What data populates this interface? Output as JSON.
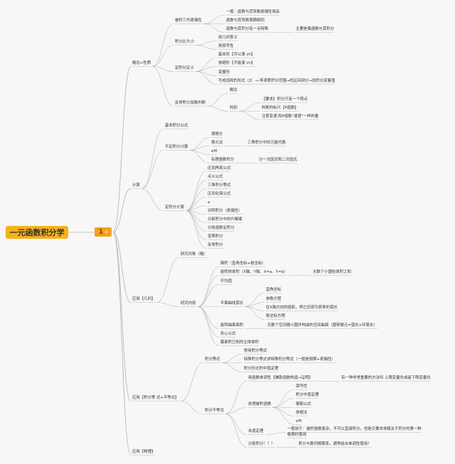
{
  "root": {
    "title": "一元函数积分学",
    "badge_mark": "1",
    "badge_text": "a"
  },
  "colors": {
    "root": "#f6b21a",
    "badge": "#f0a31c",
    "flag": "#d5221a",
    "line": "#b8b8b8",
    "background": "#f7f7f7"
  },
  "icons": {
    "badge": "flag-icon"
  },
  "nodes": {
    "concept": "概念+性质",
    "parity": "被积三代奇偶性",
    "parity_1": "一般：函数与其导数奇偶性相反",
    "parity_2": "函数与其导数周期相同",
    "parity_3": "函数与其积分有一点特殊",
    "parity_3_note": "主要是偶函数与其积分",
    "compare": "积分比大小",
    "compare_1": "用几何意义",
    "compare_2": "用保号性",
    "defn": "定积分定义",
    "defn_1": "基本形【可以凑 i/n】",
    "defn_2": "放缩形【不能凑 i/n】",
    "defn_3": "变量形",
    "defn_4": "写成加和的形式（Σ）→ 弄清楚积分范围→找区间剖分→找积分变量值",
    "improper": "反常积分敛散判断",
    "improper_1": "概念",
    "improper_2": "判别",
    "improper_2a": "【要求】积分只有一个瑕点",
    "improper_2b": "判断的标尺【P函数】",
    "improper_2c": "注意变通,和P函数\"速度\"一样判量",
    "calc": "计算",
    "calc_basic": "基本积分公式",
    "indef": "不定积分计算",
    "indef_1": "凑微分",
    "indef_2": "换元法",
    "indef_2_note": "三角积分中的万能代换",
    "indef_3": "eM",
    "indef_4": "有理函数积分",
    "indef_4_note": "分一次因式和二次因式",
    "def": "定积分计算",
    "def_1": "区间再现公式",
    "def_2": "点火公式",
    "def_3": "三角积分等式",
    "def_4": "区间化简公式",
    "def_5": "a",
    "def_6": "对称积分（奇偶性）",
    "def_7": "分部积分中的升幂顺",
    "def_8": "分段函数定积分",
    "def_9": "变限积分",
    "def_10": "反常积分",
    "geo": "应用【几何】",
    "geo_obj": "研究对象（略）",
    "geo_content": "研究内容",
    "geo_area": "面积（直角坐标+极坐标）",
    "geo_vol": "旋转体体积（X轴、Y轴、X=a、Y=b）",
    "geo_vol_note": "无数个小圆柱体积之和",
    "geo_avg": "平均值",
    "geo_arc": "平面曲线弧长",
    "geo_arc_1": "直角坐标",
    "geo_arc_2": "参数方程",
    "geo_arc_3": "在X轴方向的投影，再它还原为原来的弧长",
    "geo_arc_4": "极坐标方程",
    "geo_surf": "旋转曲面面积",
    "geo_surf_note": "无数个空间微小圆环构成的空间曲面（圆带微元=弧长×环周长）",
    "geo_center": "形心公式",
    "geo_section": "截面积已知的立体体积",
    "ineq": "应用【积分等 式+不等式】",
    "ineq_eq": "积分等式",
    "ineq_eq_1": "常用积分等式",
    "ineq_eq_2": "特殊积分等式求特殊积分等式（一般是周期+奇偶性）",
    "ineq_eq_3": "积分形式的中值定理",
    "ineq_ne": "积分不等式",
    "ineq_ne_1": "用函数单调性【辅助函数构造→证明】",
    "ineq_ne_1_note": "有一种非常重要的方法叫 上限变量化或者下限变量化",
    "ineq_ne_2": "处理被积函数",
    "ineq_ne_2a": "保号性",
    "ineq_ne_2b": "积分中值定理",
    "ineq_ne_2c": "泰勒公式",
    "ineq_ne_2d": "放缩法",
    "ineq_ne_2e": "eM",
    "ineq_ne_3": "夹逼定理",
    "ineq_ne_3_note1": "一般用于：被积函数复杂，不可以直接积分，但是又要求求解关于积分的第一种",
    "ineq_ne_3_note2": "极限时使用",
    "ineq_ne_4": "分段积分！！！",
    "ineq_ne_4_note": "积分与数列相联系，通常结合单调性使用！",
    "phys": "应用【物理】"
  }
}
